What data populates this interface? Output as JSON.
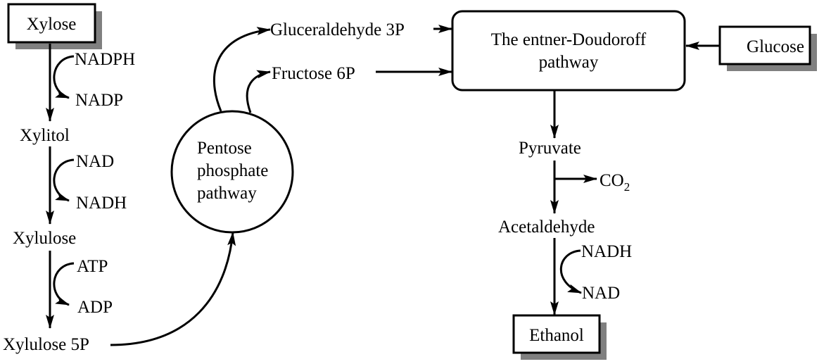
{
  "diagram": {
    "type": "metabolic-pathway",
    "nodes": {
      "xylose": "Xylose",
      "xylitol": "Xylitol",
      "xylulose": "Xylulose",
      "xylulose5p": "Xylulose 5P",
      "ppp_line1": "Pentose",
      "ppp_line2": "phosphate",
      "ppp_line3": "pathway",
      "g3p": "Gluceraldehyde 3P",
      "f6p": "Fructose 6P",
      "ed_line1": "The entner-Doudoroff",
      "ed_line2": "pathway",
      "glucose": "Glucose",
      "pyruvate": "Pyruvate",
      "co2_base": "CO",
      "co2_sub": "2",
      "acetaldehyde": "Acetaldehyde",
      "ethanol": "Ethanol"
    },
    "cofactors": {
      "step1_in": "NADPH",
      "step1_out": "NADP",
      "step2_in": "NAD",
      "step2_out": "NADH",
      "step3_in": "ATP",
      "step3_out": "ADP",
      "step4_in": "NADH",
      "step4_out": "NAD"
    },
    "edges": [
      {
        "from": "Xylose",
        "to": "Xylitol",
        "cofactor_in": "NADPH",
        "cofactor_out": "NADP"
      },
      {
        "from": "Xylitol",
        "to": "Xylulose",
        "cofactor_in": "NAD",
        "cofactor_out": "NADH"
      },
      {
        "from": "Xylulose",
        "to": "Xylulose 5P",
        "cofactor_in": "ATP",
        "cofactor_out": "ADP"
      },
      {
        "from": "Xylulose 5P",
        "to": "Pentose phosphate pathway"
      },
      {
        "from": "Pentose phosphate pathway",
        "to": "Gluceraldehyde 3P"
      },
      {
        "from": "Pentose phosphate pathway",
        "to": "Fructose 6P"
      },
      {
        "from": "Gluceraldehyde 3P",
        "to": "The entner-Doudoroff pathway"
      },
      {
        "from": "Fructose 6P",
        "to": "The entner-Doudoroff pathway"
      },
      {
        "from": "Glucose",
        "to": "The entner-Doudoroff pathway"
      },
      {
        "from": "The entner-Doudoroff pathway",
        "to": "Pyruvate"
      },
      {
        "from": "Pyruvate",
        "to": "Acetaldehyde",
        "byproduct": "CO2"
      },
      {
        "from": "Acetaldehyde",
        "to": "Ethanol",
        "cofactor_in": "NADH",
        "cofactor_out": "NAD"
      }
    ]
  }
}
